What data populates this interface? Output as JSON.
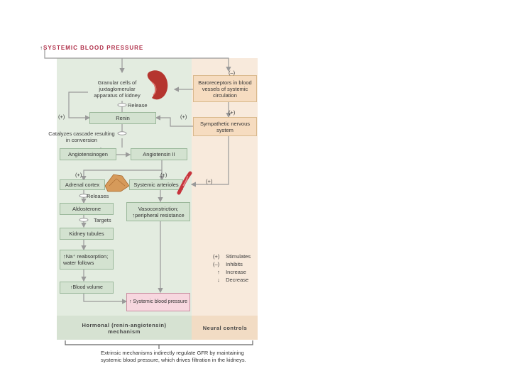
{
  "top_banner": {
    "arrow": "↑",
    "text": "SYSTEMIC BLOOD PRESSURE"
  },
  "nodes": {
    "granular": "Granular cells of juxtaglomerular apparatus of kidney",
    "baroreceptors": "Baroreceptors in blood vessels of systemic circulation",
    "renin": "Renin",
    "sympathetic": "Sympathetic nervous system",
    "angiotensinogen": "Angiotensinogen",
    "angiotensin2": "Angiotensin II",
    "adrenal": "Adrenal cortex",
    "arterioles": "Systemic arterioles",
    "aldosterone": "Aldosterone",
    "vasoconstriction": "Vasoconstriction; ↑peripheral resistance",
    "tubules": "Kidney tubules",
    "na": "↑Na⁺ reabsorption; water follows",
    "blood_volume": "↑Blood volume",
    "systemic_bp": "↑ Systemic blood pressure"
  },
  "edge_labels": {
    "release": "Release",
    "catalyzes": "Catalyzes cascade resulting in conversion",
    "releases": "Releases",
    "targets": "Targets"
  },
  "signs": {
    "minus_top": "(–)",
    "plus_left": "(+)",
    "plus_renin_right": "(+)",
    "plus_symp": "(+)",
    "plus_adrenal": "(+)",
    "plus_arterioles": "(+)",
    "plus_right": "(+)"
  },
  "legend": [
    {
      "symbol": "(+)",
      "label": "Stimulates"
    },
    {
      "symbol": "(–)",
      "label": "Inhibits"
    },
    {
      "symbol": "↑",
      "label": "Increase"
    },
    {
      "symbol": "↓",
      "label": "Decrease"
    }
  ],
  "footers": {
    "hormonal": "Hormonal (renin-angiotensin) mechanism",
    "neural": "Neural controls",
    "caption": "Extrinsic mechanisms indirectly regulate GFR by maintaining systemic blood pressure, which drives filtration in the kidneys."
  },
  "colors": {
    "green_panel": "#e3ece0",
    "orange_panel": "#f8eadc",
    "green_box": "#d3e2d0",
    "orange_box": "#f6dcc0",
    "pink_box": "#f7d7df",
    "arrow": "#8a8a8a"
  }
}
